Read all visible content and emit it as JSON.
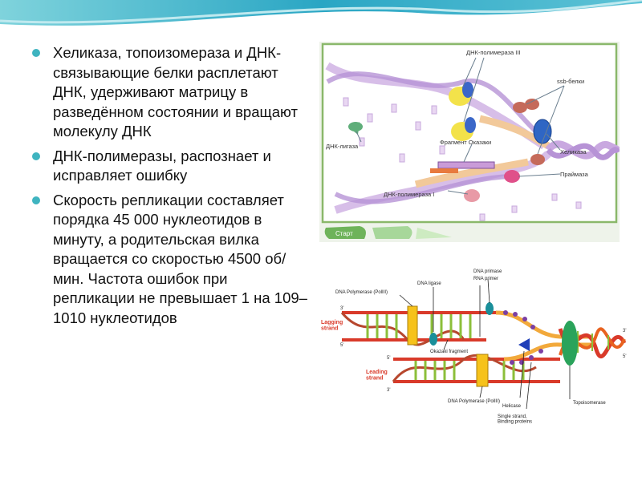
{
  "colors": {
    "accent": "#3fb4c0",
    "panel_border": "#8ab86a",
    "panel_bg": "#ffffff",
    "start_button": "#6eb35a"
  },
  "bullets": [
    "Хеликаза, топоизомераза и ДНК-связывающие белки расплетают ДНК, удерживают матрицу в разведённом состоянии и вращают молекулу ДНК",
    "ДНК-полимеразы, распознает и исправляет ошибку",
    "Скорость репликации составляет порядка 45 000 нуклеотидов в минуту, а родительская вилка вращается со скоростью 4500 об/мин. Частота ошибок при репликации не превышает 1 на 109–1010 нуклеотидов"
  ],
  "diagram1": {
    "labels": {
      "pol3": "ДНК-полимераза III",
      "ssb": "ssb-белки",
      "ligase": "ДНК-лигаза",
      "okazaki": "Фрагмент Оказаки",
      "helicase": "Хеликаза",
      "primase": "Праймаза",
      "pol1": "ДНК-полимераза I"
    },
    "start_button": "Старт"
  },
  "diagram2": {
    "labels": {
      "dna_primase": "DNA primase",
      "rna_primer": "RNA primer",
      "dna_ligase": "DNA ligase",
      "pol3": "DNA Polymerase (PolIII)",
      "lagging": "Lagging\nstrand",
      "okazaki": "Okazaki fragment",
      "leading": "Leading\nstrand",
      "pol3_bottom": "DNA Polymerase (PolIII)",
      "helicase": "Helicase",
      "ssb": "Single strand,\nBinding proteins",
      "topoisomerase": "Topoisomerase"
    },
    "ends": {
      "p3_top": "3'",
      "p5_top": "5'",
      "p5_mid": "5'",
      "p3_mid": "3'",
      "p5_right": "5'",
      "p3_right": "3'",
      "p3_leading": "3'"
    }
  }
}
